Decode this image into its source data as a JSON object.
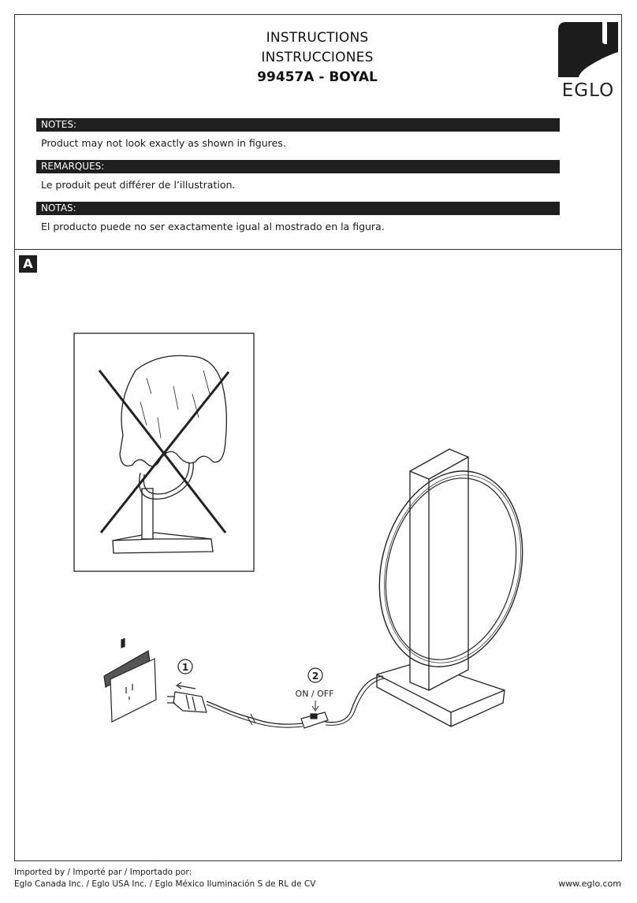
{
  "header": {
    "title_line_1": "INSTRUCTIONS",
    "title_line_2": "INSTRUCCIONES",
    "model": "99457A - BOYAL",
    "brand": "EGLO"
  },
  "notes": [
    {
      "heading": "NOTES:",
      "text": "Product may not look exactly as shown in figures."
    },
    {
      "heading": "REMARQUES:",
      "text": "Le produit peut différer de l’illustration."
    },
    {
      "heading": "NOTAS:",
      "text": "El producto puede no ser exactamente igual al mostrado en la figura."
    }
  ],
  "figure": {
    "section_letter": "A",
    "step_1": "1",
    "step_2": "2",
    "switch_label": "ON / OFF"
  },
  "footer": {
    "imported_by": "Imported by / Importé par / Importado por:",
    "companies": "Eglo Canada Inc. / Eglo USA Inc. / Eglo México Iluminación S de RL de CV",
    "website": "www.eglo.com"
  },
  "colors": {
    "bar": "#1f1f1f",
    "line": "#222222"
  },
  "icons": [
    "no-cover-warning-icon",
    "wall-outlet-icon",
    "plug-icon",
    "inline-switch-icon"
  ]
}
